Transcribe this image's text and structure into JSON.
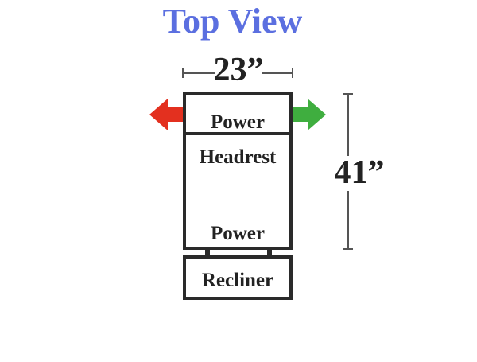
{
  "title": "Top View",
  "width_dimension": "23”",
  "height_dimension": "41”",
  "labels": {
    "power_top": "Power",
    "headrest": "Headrest",
    "power_bottom": "Power",
    "recliner": "Recliner"
  },
  "colors": {
    "title": "#5b6fe0",
    "outline": "#2a2a2a",
    "arrow_left": "#e3301f",
    "arrow_right": "#3fae3f"
  },
  "icons": {
    "left_arrow": "arrow-left-icon",
    "right_arrow": "arrow-right-icon"
  }
}
